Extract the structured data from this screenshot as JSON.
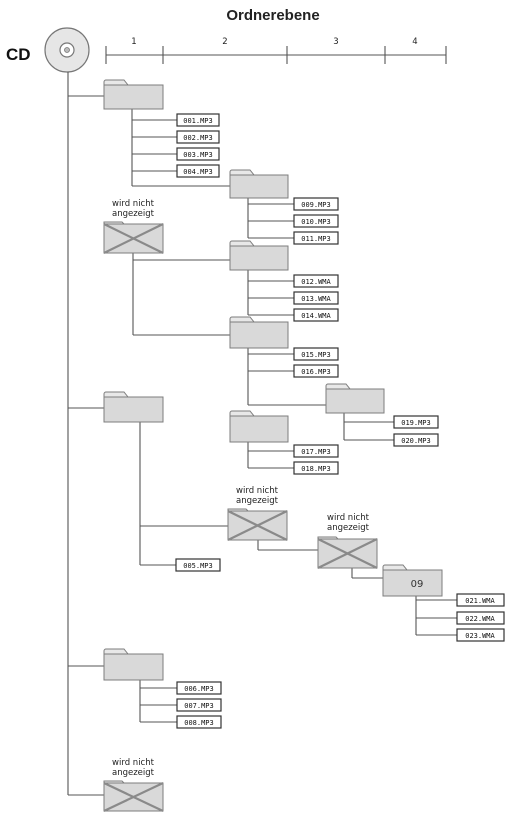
{
  "title": "Ordnerebene",
  "root_label": "CD",
  "levels": [
    "1",
    "2",
    "3",
    "4"
  ],
  "hidden_label_line1": "wird nicht",
  "hidden_label_line2": "angezeigt",
  "folder_09_label": "09",
  "files": {
    "f001": "001.MP3",
    "f002": "002.MP3",
    "f003": "003.MP3",
    "f004": "004.MP3",
    "f005": "005.MP3",
    "f006": "006.MP3",
    "f007": "007.MP3",
    "f008": "008.MP3",
    "f009": "009.MP3",
    "f010": "010.MP3",
    "f011": "011.MP3",
    "f012": "012.WMA",
    "f013": "013.WMA",
    "f014": "014.WMA",
    "f015": "015.MP3",
    "f016": "016.MP3",
    "f017": "017.MP3",
    "f018": "018.MP3",
    "f019": "019.MP3",
    "f020": "020.MP3",
    "f021": "021.WMA",
    "f022": "022.WMA",
    "f023": "023.WMA"
  }
}
